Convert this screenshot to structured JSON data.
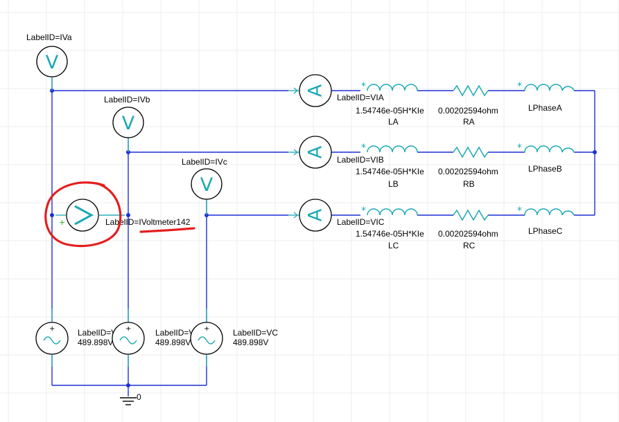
{
  "voltmeters": {
    "va_label": "LabelID=IVa",
    "vb_label": "LabelID=IVb",
    "vc_label": "LabelID=IVc",
    "v142_label": "LabelID=IVoltmeter142",
    "letter": "V"
  },
  "ammeters": {
    "a_label": "LabelID=VIA",
    "b_label": "LabelID=VIB",
    "c_label": "LabelID=VIC",
    "letter": "A"
  },
  "phase_a": {
    "l_value": "1.54746e-05H*KIe",
    "l_name": "LA",
    "r_value": "0.00202594ohm",
    "r_name": "RA",
    "load_name": "LPhaseA"
  },
  "phase_b": {
    "l_value": "1.54746e-05H*KIe",
    "l_name": "LB",
    "r_value": "0.00202594ohm",
    "r_name": "RB",
    "load_name": "LPhaseB"
  },
  "phase_c": {
    "l_value": "1.54746e-05H*KIe",
    "l_name": "LC",
    "r_value": "0.00202594ohm",
    "r_name": "RC",
    "load_name": "LPhaseC"
  },
  "sources": {
    "va_label": "LabelID=VA",
    "va_value": "489.898V",
    "vb_label": "LabelID=VB",
    "vb_value": "489.898V",
    "vc_label": "LabelID=VC",
    "vc_value": "489.898V"
  },
  "ground": {
    "label": "0"
  },
  "colors": {
    "wire": "#1b2fd6",
    "component": "#1aa9b4",
    "annotation": "#e41e1e"
  }
}
